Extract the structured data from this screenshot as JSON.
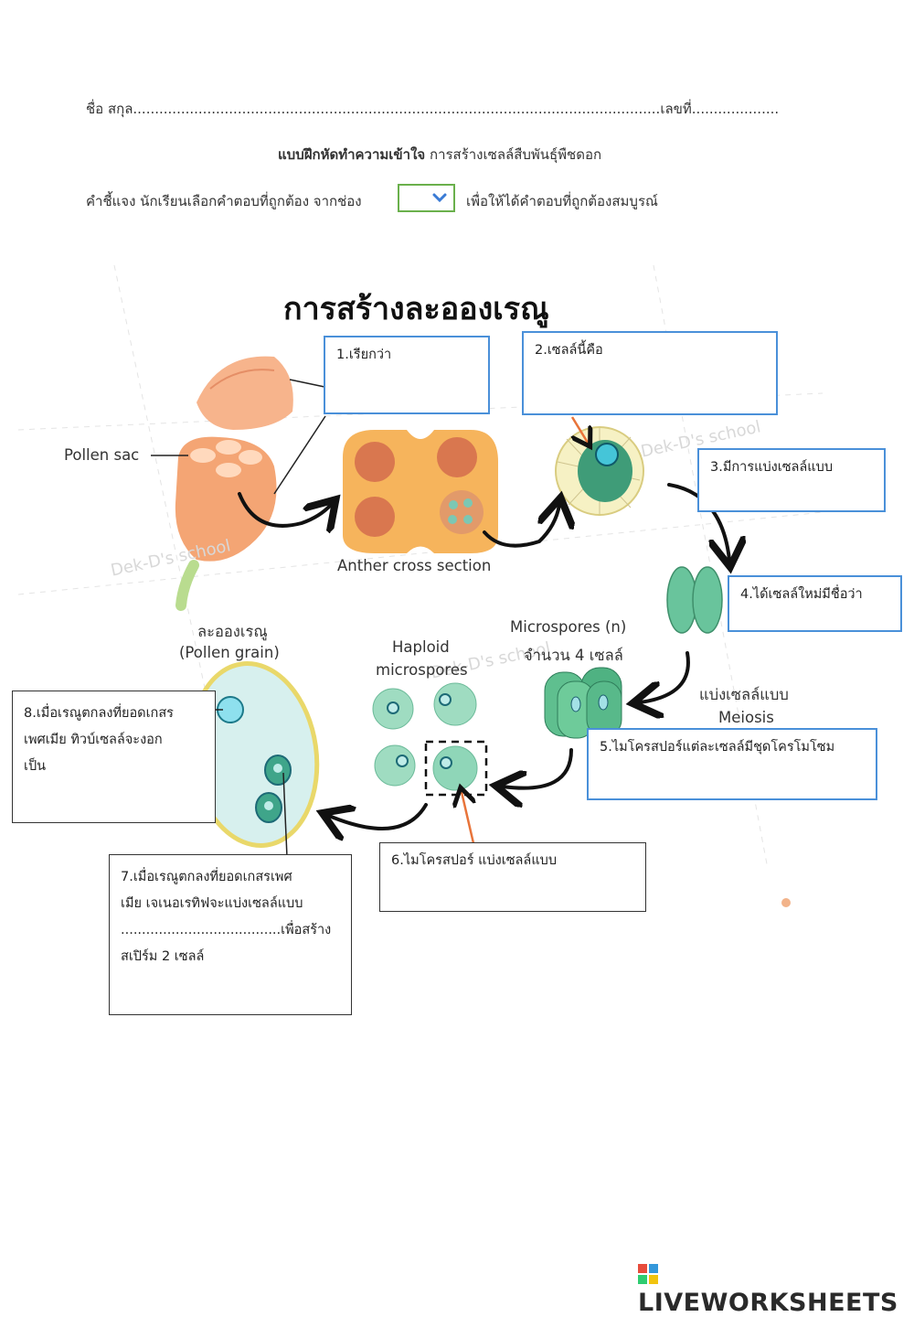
{
  "header": {
    "name_line": "ชื่อ สกุล.........................................................................................................................เลขที่....................",
    "exercise_bold": "แบบฝึกหัดทำความเข้าใจ",
    "exercise_rest": " การสร้างเซลล์สืบพันธุ์พืชดอก",
    "instruction_left": "คำชี้แจง นักเรียนเลือกคำตอบที่ถูกต้อง จากช่อง",
    "instruction_right": "เพื่อให้ได้คำตอบที่ถูกต้องสมบูรณ์"
  },
  "diagram": {
    "title": "การสร้างละอองเรณู",
    "labels": {
      "pollen_sac": "Pollen sac",
      "anther_cross_section": "Anther cross section",
      "pollen_grain_th": "ละอองเรณู",
      "pollen_grain_en": "(Pollen grain)",
      "haploid_1": "Haploid",
      "haploid_2": "microspores",
      "microspores_n": "Microspores (n)",
      "four_cells": "จำนวน 4 เซลล์",
      "divide_th": "แบ่งเซลล์แบบ",
      "meiosis": "Meiosis"
    },
    "watermark": "Dek-D's school"
  },
  "questions": {
    "q1": "1.เรียกว่า",
    "q2": "2.เซลล์นี้คือ",
    "q3": "3.มีการแบ่งเซลล์แบบ",
    "q4": "4.ได้เซลล์ใหม่มีชื่อว่า",
    "q5": "5.ไมโครสปอร์แต่ละเซลล์มีชุดโครโมโซม",
    "q6": "6.ไมโครสปอร์ แบ่งเซลล์แบบ",
    "q7_line1": "7.เมื่อเรณูตกลงที่ยอดเกสรเพศ",
    "q7_line2": "เมีย เจเนอเรทิฟจะแบ่งเซลล์แบบ",
    "q7_line3": "......................................เพื่อสร้าง",
    "q7_line4": "สเปิร์ม 2 เซลล์",
    "q8_line1": "8.เมื่อเรณูตกลงที่ยอดเกสร",
    "q8_line2": "เพศเมีย ทิวบ์เซลล์จะงอก",
    "q8_line3": "เป็น"
  },
  "footer": {
    "logo_text": "LIVEWORKSHEETS"
  },
  "colors": {
    "box_border": "#4a90d9",
    "orange": "#f0a060",
    "green": "#7cc7a3",
    "arrow": "#111111"
  }
}
